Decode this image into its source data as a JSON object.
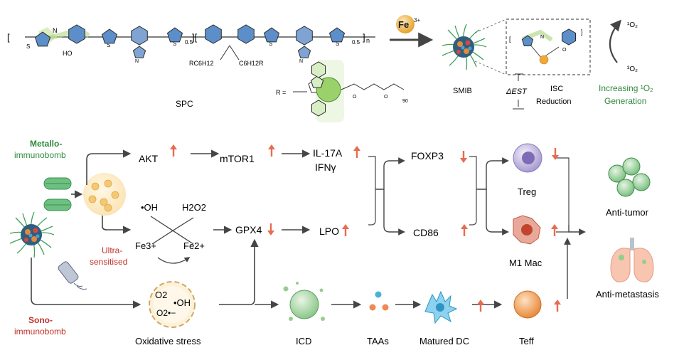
{
  "colors": {
    "arrow": "#454545",
    "up_arrow": "#e86b4f",
    "green_text": "#2e8a3c",
    "red_text": "#c0322b",
    "iron_gold": "#e4a52a",
    "thiophene": "#5c8fc9",
    "btd": "#7fa4d4",
    "dbco": "#9ad16a"
  },
  "polymer": {
    "label": "SPC",
    "hydroxy": "HO",
    "sulfur": "S",
    "nitrogen": "N",
    "sub_left": "0.5",
    "sub_right": "0.5",
    "sub_n": "n",
    "alkyl_left": "RC6H12",
    "alkyl_right": "C6H12R",
    "r_label": "R =",
    "peg_sub": "90"
  },
  "fe_badge": {
    "text": "Fe",
    "charge": "3+"
  },
  "smib": {
    "label": "SMIB",
    "delta_est": "ΔEST",
    "isc_reduction": [
      "ISC",
      "Reduction"
    ]
  },
  "singlet": {
    "one_o2": "¹O₂",
    "three_o2": "³O₂"
  },
  "increasing": [
    "Increasing ¹O₂",
    "Generation"
  ],
  "left_labels": {
    "metallo": [
      "Metallo-",
      "immunobomb"
    ],
    "sono": [
      "Sono-",
      "immunobomb"
    ],
    "ultra": [
      "Ultra-",
      "sensitised"
    ]
  },
  "pathway": {
    "akt": "AKT",
    "mtor1": "mTOR1",
    "il17a": "IL-17A",
    "ifng": "IFNγ",
    "foxp3": "FOXP3",
    "treg": "Treg",
    "oh_radical": "•OH",
    "h2o2": "H2O2",
    "fe3": "Fe3+",
    "fe2": "Fe2+",
    "gpx4": "GPX4",
    "lpo": "LPO",
    "cd86": "CD86",
    "m1_mac": "M1 Mac",
    "oxidative_stress": "Oxidative stress",
    "o2": "O2",
    "oh": "•OH",
    "o2_minus": "O2•−",
    "icd": "ICD",
    "taas": "TAAs",
    "matured_dc": "Matured DC",
    "teff": "Teff"
  },
  "outcomes": {
    "anti_tumor": "Anti-tumor",
    "anti_metastasis": "Anti-metastasis"
  }
}
